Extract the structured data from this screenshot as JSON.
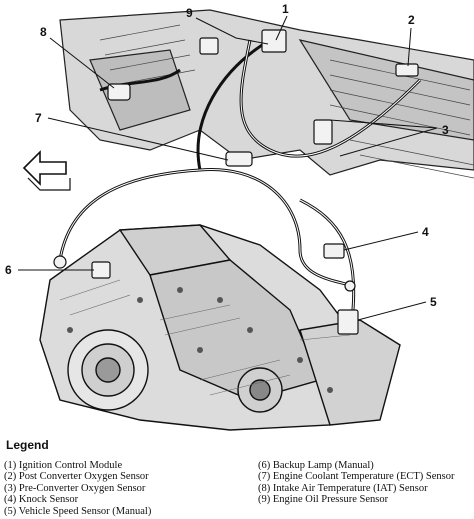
{
  "callouts": {
    "c1": "1",
    "c2": "2",
    "c3": "3",
    "c4": "4",
    "c5": "5",
    "c6": "6",
    "c7": "7",
    "c8": "8",
    "c9": "9"
  },
  "legend": {
    "title": "Legend",
    "items": [
      "(1)  Ignition Control Module",
      "(2)  Post Converter Oxygen Sensor",
      "(3)  Pre-Converter Oxygen Sensor",
      "(4)  Knock Sensor",
      "(5)  Vehicle Speed Sensor (Manual)",
      "(6)  Backup Lamp (Manual)",
      "(7)  Engine Coolant Temperature (ECT) Sensor",
      "(8)  Intake Air Temperature (IAT) Sensor",
      "(9)  Engine Oil Pressure Sensor"
    ]
  }
}
